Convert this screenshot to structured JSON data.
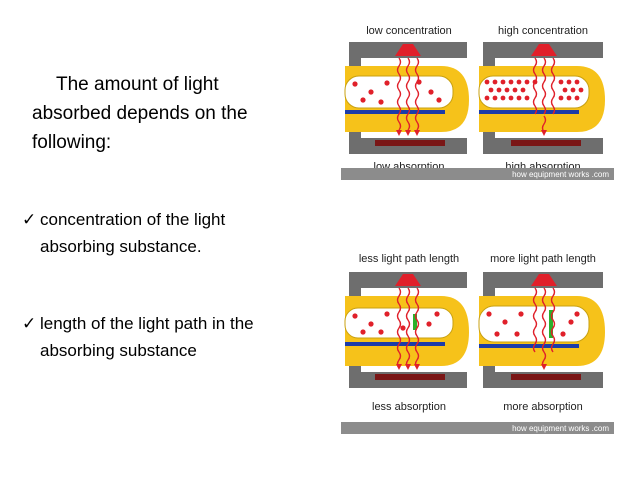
{
  "intro": {
    "line1": "The amount of light",
    "line2": "absorbed depends on the",
    "line3": "following:"
  },
  "bullets": [
    {
      "check": "✓",
      "line1": "concentration of the light",
      "line2": "absorbing substance."
    },
    {
      "check": "✓",
      "line1": "length of the light path in the",
      "line2": "absorbing substance"
    }
  ],
  "figure_top": {
    "left_top_label": "low concentration",
    "right_top_label": "high concentration",
    "left_bottom_label": "low absorption",
    "right_bottom_label": "high absorption",
    "credit": "how equipment works .com"
  },
  "figure_bottom": {
    "left_top_label": "less light path length",
    "right_top_label": "more light path length",
    "left_bottom_label": "less absorption",
    "right_bottom_label": "more absorption",
    "credit": "how equipment works .com"
  },
  "colors": {
    "clamp": "#6e6e6e",
    "finger": "#f6c21a",
    "tube": "#ffffff",
    "dot": "#e0202a",
    "emitter": "#e0202a",
    "detector": "#7a1616",
    "vessel": "#1c3ca8",
    "path_marker": "#2bb02b",
    "credit_bar": "#8c8c8c"
  }
}
